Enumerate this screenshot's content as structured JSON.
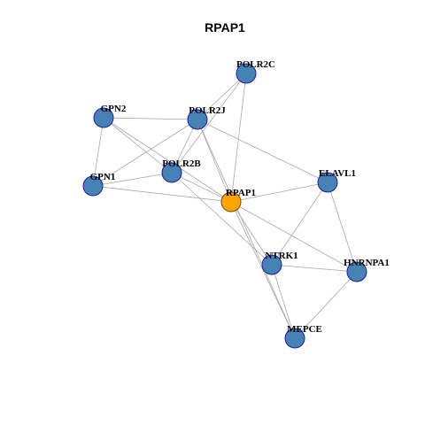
{
  "title": "RPAP1",
  "colors": {
    "node_fill": "#4682b4",
    "node_stroke": "#1c1ca8",
    "center_fill": "#ffa500",
    "center_stroke": "#6b4a0f",
    "edge": "#a8a8a8"
  },
  "nodes": [
    {
      "id": "POLR2C",
      "label": "POLR2C",
      "center": false
    },
    {
      "id": "GPN2",
      "label": "GPN2",
      "center": false
    },
    {
      "id": "POLR2J",
      "label": "POLR2J",
      "center": false
    },
    {
      "id": "POLR2B",
      "label": "POLR2B",
      "center": false
    },
    {
      "id": "ELAVL1",
      "label": "ELAVL1",
      "center": false
    },
    {
      "id": "GPN1",
      "label": "GPN1",
      "center": false
    },
    {
      "id": "RPAP1",
      "label": "RPAP1",
      "center": true
    },
    {
      "id": "NTRK1",
      "label": "NTRK1",
      "center": false
    },
    {
      "id": "HNRNPA1",
      "label": "HNRNPA1",
      "center": false
    },
    {
      "id": "MEPCE",
      "label": "MEPCE",
      "center": false
    }
  ],
  "edges": [
    [
      "POLR2C",
      "POLR2J"
    ],
    [
      "POLR2C",
      "POLR2B"
    ],
    [
      "POLR2C",
      "RPAP1"
    ],
    [
      "GPN2",
      "POLR2J"
    ],
    [
      "GPN2",
      "GPN1"
    ],
    [
      "GPN2",
      "RPAP1"
    ],
    [
      "GPN2",
      "POLR2B"
    ],
    [
      "POLR2J",
      "GPN1"
    ],
    [
      "POLR2J",
      "POLR2B"
    ],
    [
      "POLR2J",
      "RPAP1"
    ],
    [
      "POLR2J",
      "ELAVL1"
    ],
    [
      "POLR2J",
      "MEPCE"
    ],
    [
      "POLR2B",
      "GPN1"
    ],
    [
      "POLR2B",
      "RPAP1"
    ],
    [
      "POLR2B",
      "NTRK1"
    ],
    [
      "GPN1",
      "RPAP1"
    ],
    [
      "RPAP1",
      "ELAVL1"
    ],
    [
      "RPAP1",
      "NTRK1"
    ],
    [
      "RPAP1",
      "HNRNPA1"
    ],
    [
      "RPAP1",
      "MEPCE"
    ],
    [
      "ELAVL1",
      "NTRK1"
    ],
    [
      "ELAVL1",
      "HNRNPA1"
    ],
    [
      "NTRK1",
      "HNRNPA1"
    ],
    [
      "NTRK1",
      "MEPCE"
    ],
    [
      "HNRNPA1",
      "MEPCE"
    ]
  ]
}
